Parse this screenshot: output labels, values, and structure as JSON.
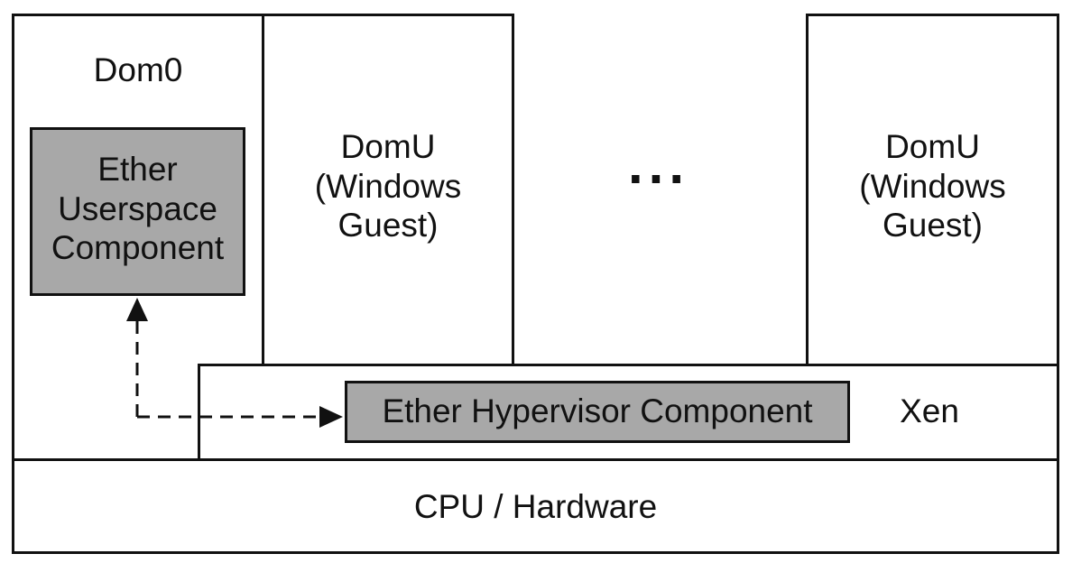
{
  "diagram": {
    "dom0": {
      "label": "Dom0"
    },
    "ether_userspace": {
      "label": "Ether\nUserspace\nComponent"
    },
    "domu_1": {
      "label": "DomU\n(Windows\nGuest)"
    },
    "ellipsis": {
      "label": "..."
    },
    "domu_2": {
      "label": "DomU\n(Windows\nGuest)"
    },
    "ether_hypervisor": {
      "label": "Ether Hypervisor Component"
    },
    "xen": {
      "label": "Xen"
    },
    "hardware": {
      "label": "CPU / Hardware"
    },
    "colors": {
      "component_fill": "#a8a8a8",
      "stroke": "#111111",
      "background": "#ffffff"
    }
  }
}
